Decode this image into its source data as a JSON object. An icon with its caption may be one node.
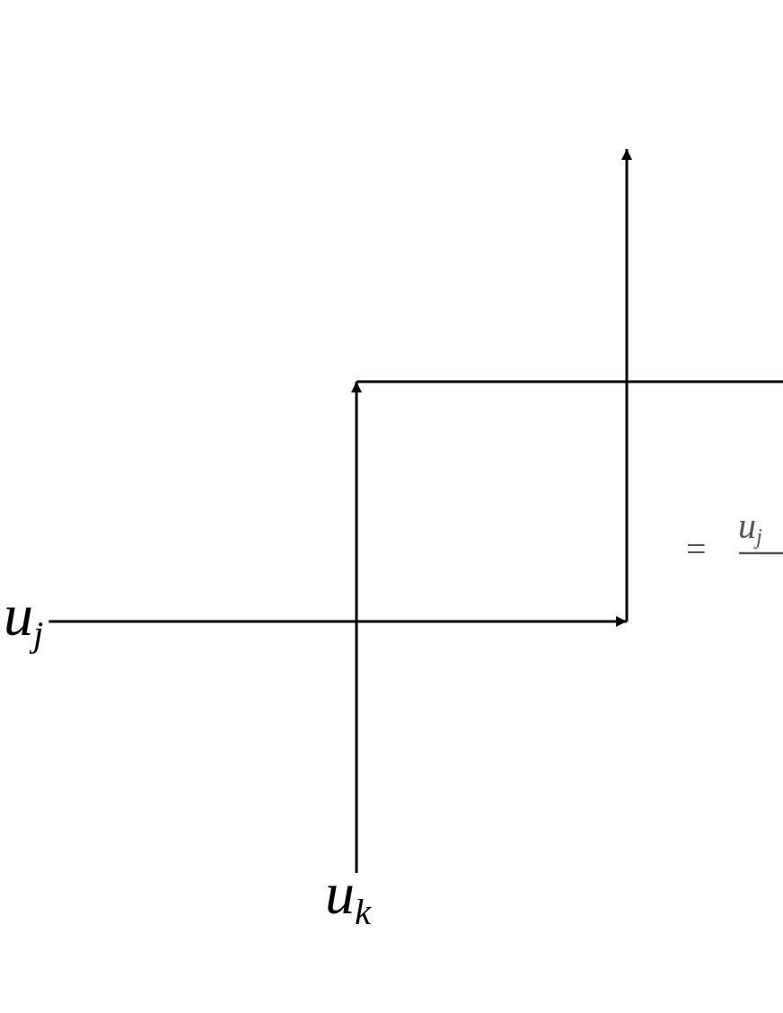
{
  "diagram": {
    "nodes": [
      {
        "text": [
          "u$_{j}$"
        ]
      },
      {
        "text": [
          "u$_{k}$"
        ]
      }
    ],
    "edges": [
      {
        "from": 0,
        "to": null,
        "arrow": "to"
      },
      {
        "from": 1,
        "to": null,
        "arrow": "to"
      }
    ],
    "labels": [
      "=",
      "u$_{j}$"
    ]
  }
}
